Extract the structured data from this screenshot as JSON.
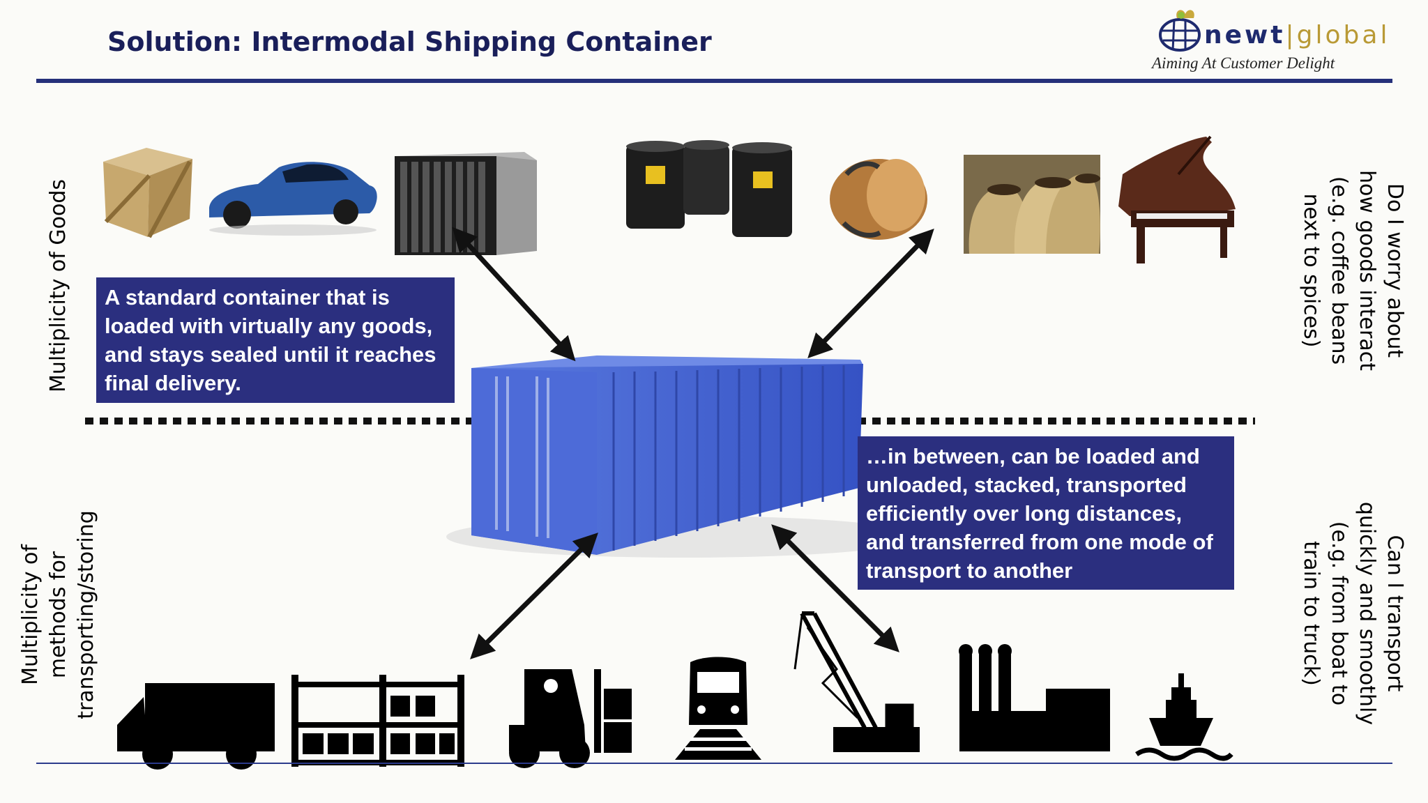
{
  "header": {
    "title": "Solution: Intermodal Shipping Container",
    "logo_name_part1": "newt",
    "logo_separator": "|",
    "logo_name_part2": "global",
    "logo_tagline": "Aiming At Customer Delight"
  },
  "side_labels": {
    "goods": "Multiplicity of Goods",
    "methods": [
      "Multiplicity of",
      "methods for",
      "transporting/storing"
    ],
    "goods_question": [
      "Do I worry about",
      "how goods interact",
      "(e.g. coffee beans",
      "next to spices)"
    ],
    "transport_question": [
      "Can I transport",
      "quickly and smoothly",
      "(e.g. from boat to",
      "train to truck)"
    ]
  },
  "callouts": {
    "top": "A standard container that is loaded with virtually any goods, and stays sealed until it reaches final delivery.",
    "bottom": "…in between, can be loaded and unloaded, stacked, transported efficiently over long distances, and transferred from one mode of transport to another"
  },
  "icons": {
    "goods": [
      "crate-icon",
      "car-icon",
      "server-rack-icon",
      "oil-barrels-icon",
      "wine-barrel-icon",
      "coffee-sacks-icon",
      "piano-icon"
    ],
    "transport": [
      "truck-icon",
      "warehouse-rack-icon",
      "forklift-icon",
      "train-icon",
      "crane-icon",
      "factory-icon",
      "ship-icon"
    ]
  },
  "colors": {
    "title": "#1a1f5a",
    "callout_bg": "#2b2f7f",
    "container": "#3f5fd0",
    "rule": "#25307a"
  }
}
